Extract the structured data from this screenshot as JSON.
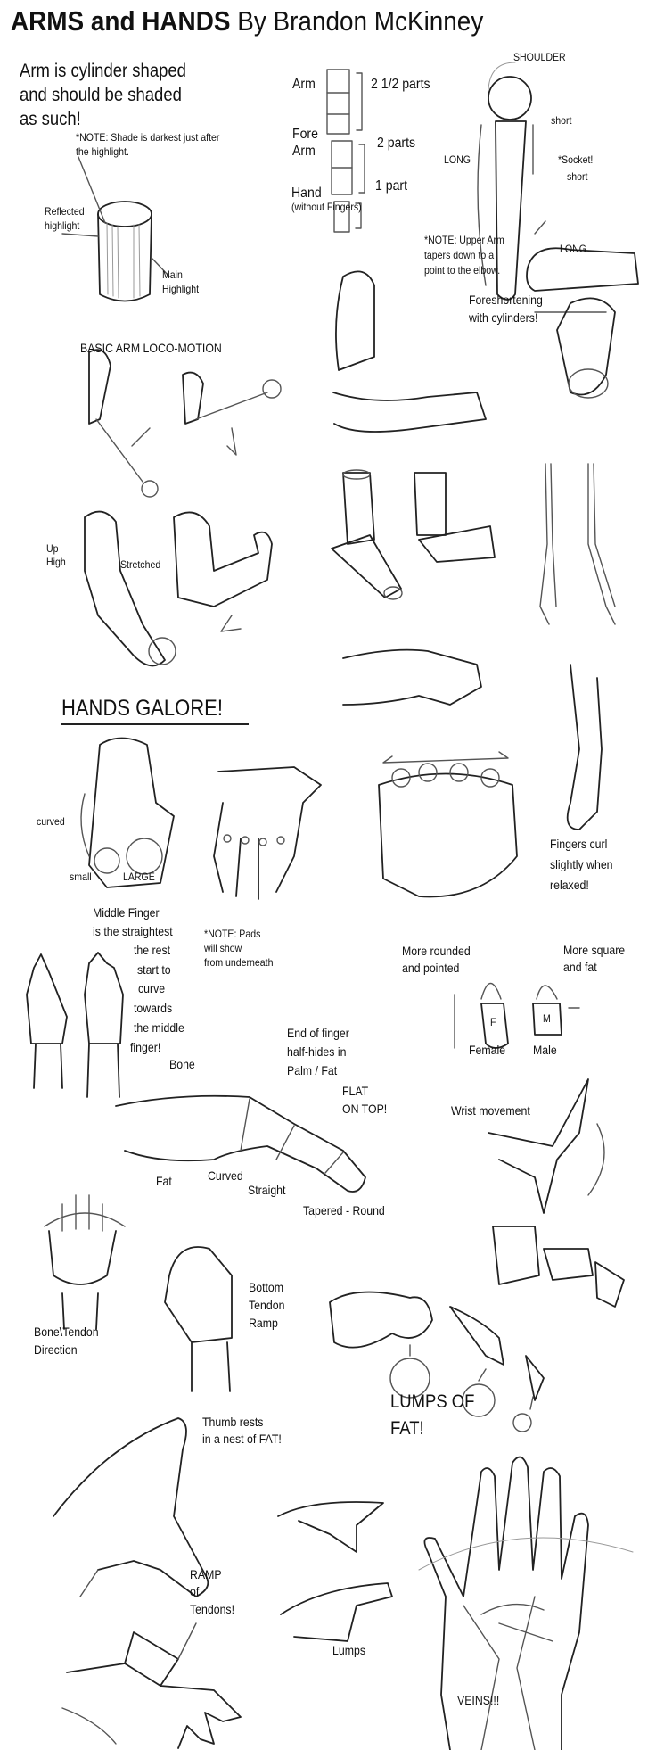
{
  "title": {
    "main": "ARMS and HANDS",
    "byline": "By Brandon McKinney"
  },
  "intro": {
    "lines": [
      "Arm is cylinder shaped",
      "and should be shaded",
      "as such!"
    ]
  },
  "cylinder": {
    "note": [
      "*NOTE: Shade is darkest just after",
      "the highlight."
    ],
    "reflected": [
      "Reflected",
      "highlight"
    ],
    "main": [
      "Main",
      "Highlight"
    ]
  },
  "proportions": {
    "arm": "Arm",
    "arm_parts": "2 1/2 parts",
    "forearm": [
      "Fore",
      "Arm"
    ],
    "forearm_parts": "2 parts",
    "hand": "Hand",
    "hand_sub": "(without Fingers)",
    "hand_parts": "1 part"
  },
  "shoulder_diagram": {
    "shoulder": "SHOULDER",
    "short1": "short",
    "long1": "LONG",
    "socket": "*Socket!",
    "short2": "short",
    "note": [
      "*NOTE: Upper Arm",
      "tapers down to a",
      "point to the elbow."
    ],
    "long2": "LONG"
  },
  "foreshortening": [
    "Foreshortening",
    "with cylinders!"
  ],
  "locomotion": {
    "heading": "BASIC ARM LOCO-MOTION",
    "up_high": [
      "Up",
      "High"
    ],
    "stretched": "Stretched"
  },
  "hands_heading": "HANDS GALORE!",
  "hand_structure": {
    "curved": "curved",
    "small": "small",
    "large": "LARGE"
  },
  "pads_note": [
    "*NOTE: Pads",
    "will show",
    "from underneath"
  ],
  "fingers_curl": [
    "Fingers curl",
    "slightly when",
    "relaxed!"
  ],
  "middle_finger": [
    "Middle Finger",
    "is the straightest",
    "the rest",
    "start to",
    "curve",
    "towards",
    "the middle",
    "finger!"
  ],
  "nails": {
    "female_note": [
      "More rounded",
      "and pointed"
    ],
    "male_note": [
      "More square",
      "and fat"
    ],
    "female": "Female",
    "male": "Male",
    "f_letter": "F",
    "m_letter": "M"
  },
  "finger": {
    "end_note": [
      "End of finger",
      "half-hides in",
      "Palm / Fat"
    ],
    "flat": [
      "FLAT",
      "ON TOP!"
    ],
    "bone": "Bone",
    "fat": "Fat",
    "curved": "Curved",
    "straight": "Straight",
    "tapered": "Tapered - Round"
  },
  "wrist": "Wrist movement",
  "bone_tendon": [
    "Bone\\Tendon",
    "Direction"
  ],
  "bottom_tendon": [
    "Bottom",
    "Tendon",
    "Ramp"
  ],
  "lumps_of_fat": [
    "LUMPS OF",
    "FAT!"
  ],
  "thumb": [
    "Thumb rests",
    "in a nest of FAT!"
  ],
  "ramp": [
    "RAMP",
    "of",
    "Tendons!"
  ],
  "lumps": "Lumps",
  "veins": "VEINS!!!"
}
